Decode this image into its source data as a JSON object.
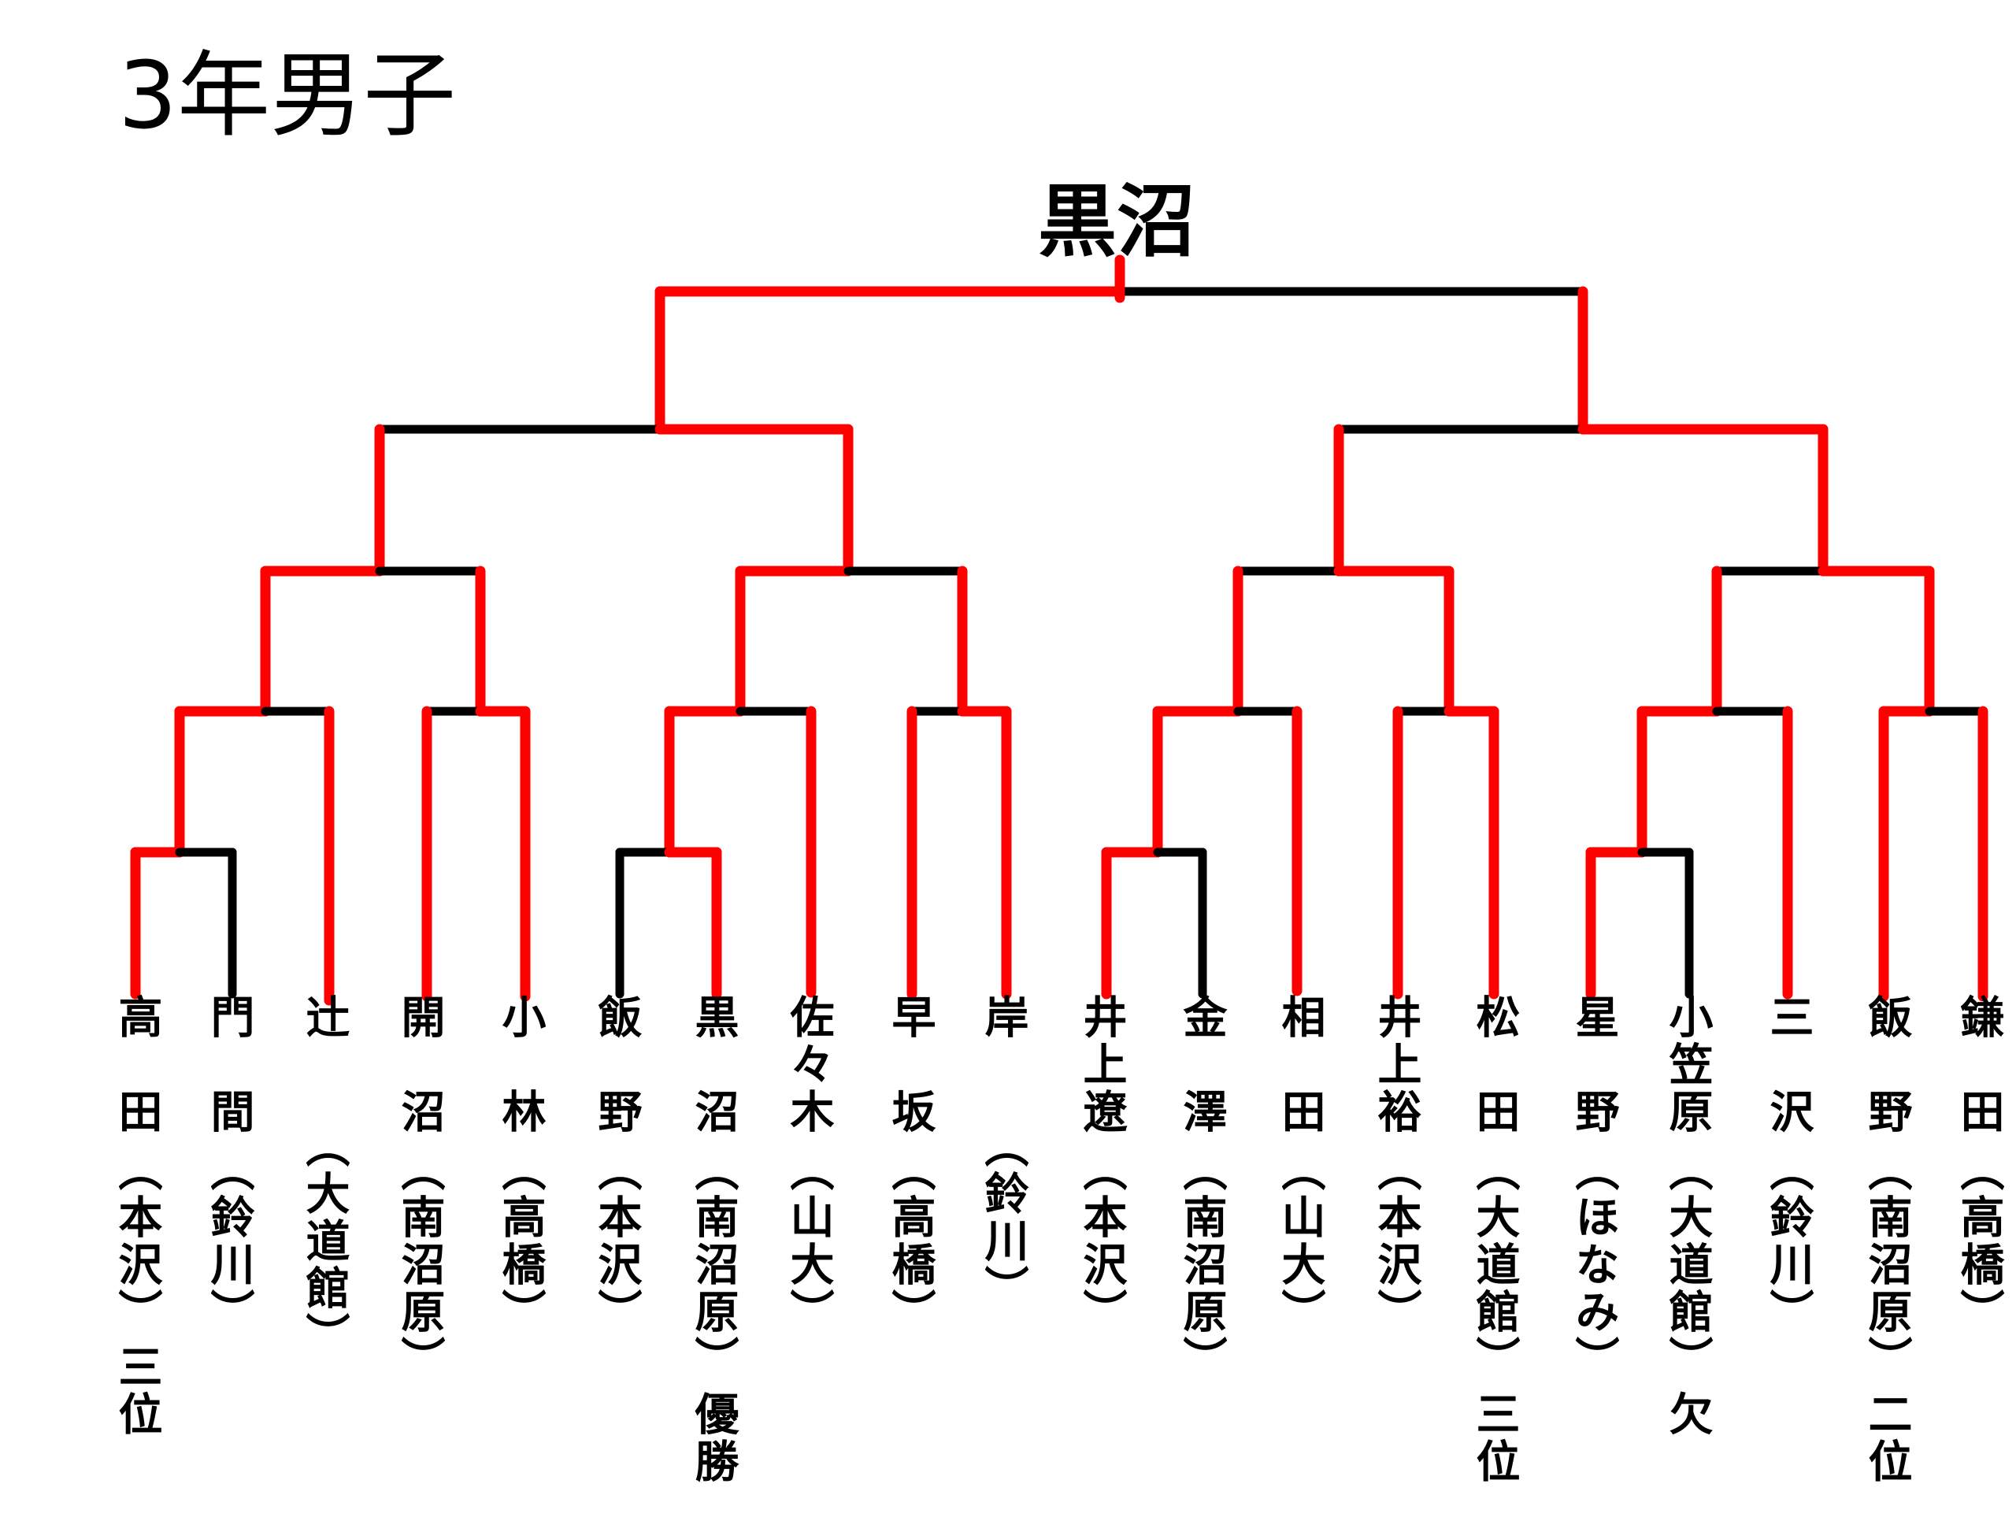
{
  "title": "3年男子",
  "champion": "黒沼",
  "colors": {
    "winner_path": "#ff0000",
    "bracket_line": "#000000",
    "text": "#000000"
  },
  "entrants": [
    {
      "name": "高　田",
      "school": "（本沢）",
      "result": "三位"
    },
    {
      "name": "門　間",
      "school": "（鈴川）",
      "result": ""
    },
    {
      "name": "辻",
      "school": "（大道館）",
      "result": ""
    },
    {
      "name": "開　沼",
      "school": "（南沼原）",
      "result": ""
    },
    {
      "name": "小　林",
      "school": "（高橋）",
      "result": ""
    },
    {
      "name": "飯　野",
      "school": "（本沢）",
      "result": ""
    },
    {
      "name": "黒　沼",
      "school": "（南沼原）",
      "result": "優勝"
    },
    {
      "name": "佐々木",
      "school": "（山大）",
      "result": ""
    },
    {
      "name": "早　坂",
      "school": "（高橋）",
      "result": ""
    },
    {
      "name": "岸",
      "school": "（鈴川）",
      "result": ""
    },
    {
      "name": "井上遼",
      "school": "（本沢）",
      "result": ""
    },
    {
      "name": "金　澤",
      "school": "（南沼原）",
      "result": ""
    },
    {
      "name": "相　田",
      "school": "（山大）",
      "result": ""
    },
    {
      "name": "井上裕",
      "school": "（本沢）",
      "result": ""
    },
    {
      "name": "松　田",
      "school": "（大道館）",
      "result": "三位"
    },
    {
      "name": "星　野",
      "school": "（ほなみ）",
      "result": ""
    },
    {
      "name": "小笠原",
      "school": "（大道館）",
      "result": "欠"
    },
    {
      "name": "三　沢",
      "school": "（鈴川）",
      "result": ""
    },
    {
      "name": "飯　野",
      "school": "（南沼原）",
      "result": "二位"
    },
    {
      "name": "鎌　田",
      "school": "（高橋）",
      "result": ""
    }
  ]
}
